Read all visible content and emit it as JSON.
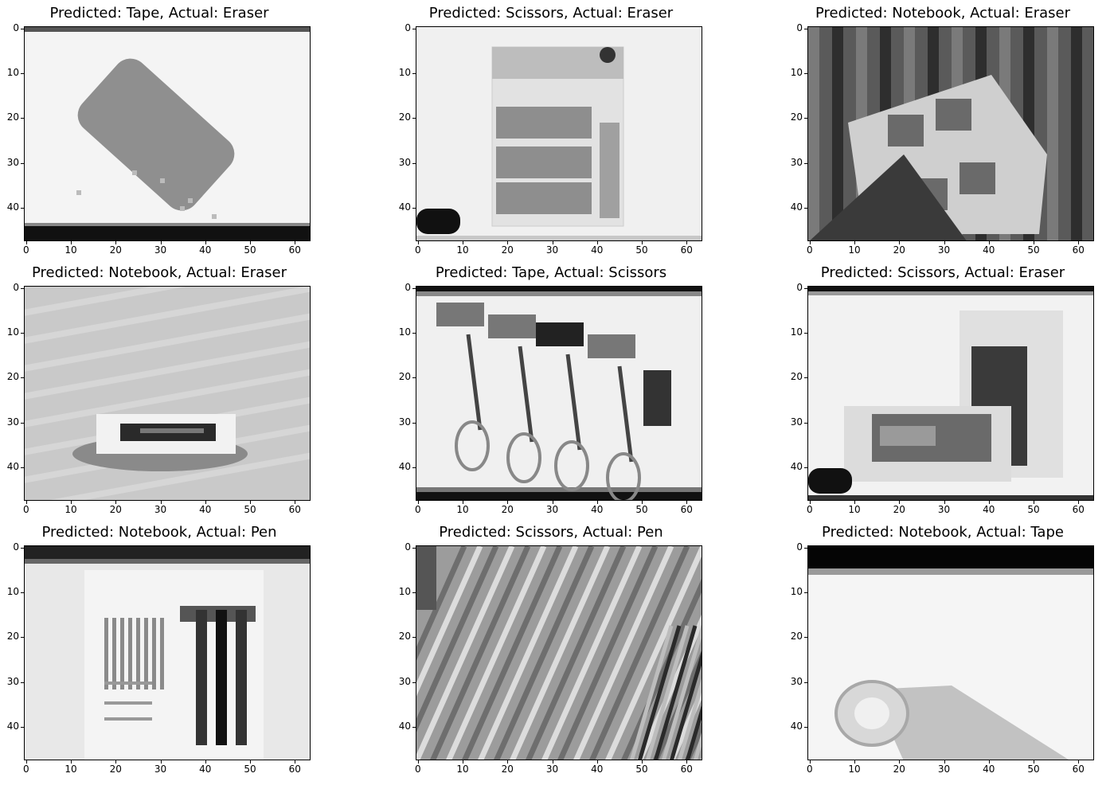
{
  "panels": [
    {
      "title": "Predicted: Tape, Actual: Eraser",
      "scene": "eraser-diagonal"
    },
    {
      "title": "Predicted: Scissors, Actual: Eraser",
      "scene": "eraser-pack"
    },
    {
      "title": "Predicted: Notebook, Actual: Eraser",
      "scene": "building"
    },
    {
      "title": "Predicted: Notebook, Actual: Eraser",
      "scene": "eraser-table"
    },
    {
      "title": "Predicted: Tape, Actual: Scissors",
      "scene": "scissors-pack"
    },
    {
      "title": "Predicted: Scissors, Actual: Eraser",
      "scene": "eraser-box"
    },
    {
      "title": "Predicted: Notebook, Actual: Pen",
      "scene": "pen-pack"
    },
    {
      "title": "Predicted: Scissors, Actual: Pen",
      "scene": "texture"
    },
    {
      "title": "Predicted: Notebook, Actual: Tape",
      "scene": "tape-roll"
    }
  ],
  "axes": {
    "x_ticks": [
      "0",
      "10",
      "20",
      "30",
      "40",
      "50",
      "60"
    ],
    "y_ticks": [
      "0",
      "10",
      "20",
      "30",
      "40"
    ],
    "x_values": [
      0,
      10,
      20,
      30,
      40,
      50,
      60
    ],
    "y_values": [
      0,
      10,
      20,
      30,
      40
    ],
    "x_range": [
      -0.5,
      63.5
    ],
    "y_range": [
      -0.5,
      47.5
    ]
  }
}
